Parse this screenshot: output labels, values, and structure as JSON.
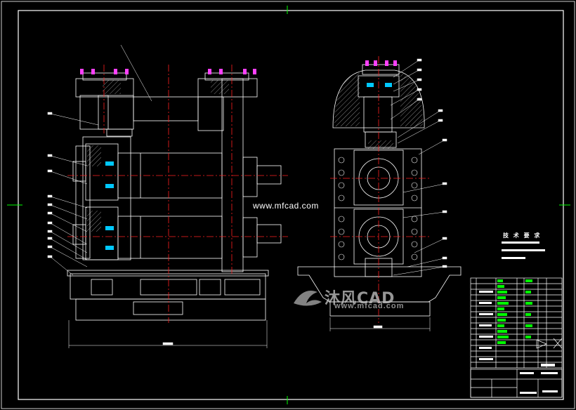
{
  "watermark": {
    "site_url": "www.mfcad.com",
    "logo_text_cn": "沐风CAD",
    "logo_url": "www.mfcad.com"
  },
  "tech_requirements_title": "技 术 要 求",
  "colors": {
    "background": "#000000",
    "frame": "#ffffff",
    "outline": "#ffffff",
    "centerline": "#ff2020",
    "hatch": "#ffffff",
    "bolt": "#ff40ff",
    "accent": "#00ffff",
    "table_text": "#00ff00",
    "marker": "#00ff00"
  }
}
